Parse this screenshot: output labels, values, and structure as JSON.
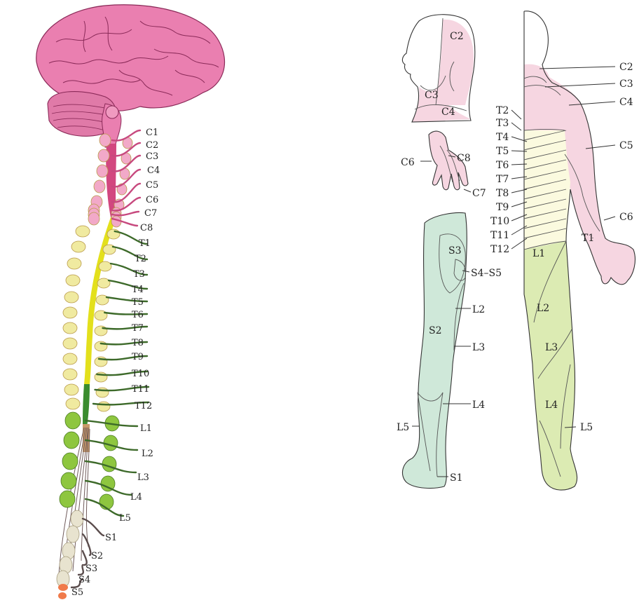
{
  "colors": {
    "cervical": "#f2a9c8",
    "cervical_dark": "#c7497e",
    "thoracic": "#f0eaa0",
    "thoracic_cord": "#e3e01c",
    "lumbar": "#8ec63f",
    "lumbar_dark": "#3d6a2a",
    "sacral": "#e8e3cf",
    "brain": "#ea7fb0",
    "skin_cervical": "#f6d6e1",
    "skin_thoracic": "#fbfadf",
    "skin_lumbar": "#dcebb3",
    "skin_sacral": "#cfe8d9",
    "coccyx": "#f07a4a"
  },
  "spine_labels": {
    "C1": "C1",
    "C2": "C2",
    "C3": "C3",
    "C4": "C4",
    "C5": "C5",
    "C6": "C6",
    "C7": "C7",
    "C8": "C8",
    "T1": "T1",
    "T2": "T2",
    "T3": "T3",
    "T4": "T4",
    "T5": "T5",
    "T6": "T6",
    "T7": "T7",
    "T8": "T8",
    "T9": "T9",
    "T10": "T10",
    "T11": "T11",
    "T12": "T12",
    "L1": "L1",
    "L2": "L2",
    "L3": "L3",
    "L4": "L4",
    "L5": "L5",
    "S1": "S1",
    "S2": "S2",
    "S3": "S3",
    "S4": "S4",
    "S5": "S5"
  },
  "head_labels": {
    "C2": "C2",
    "C3": "C3",
    "C4": "C4"
  },
  "hand_labels": {
    "C6": "C6",
    "C7": "C7",
    "C8": "C8"
  },
  "leg_labels": {
    "S3": "S3",
    "S4_S5": "S4–S5",
    "L2": "L2",
    "S2": "S2",
    "L3": "L3",
    "L4": "L4",
    "L5": "L5",
    "S1": "S1"
  },
  "body_labels": {
    "C2": "C2",
    "C3": "C3",
    "C4": "C4",
    "C5": "C5",
    "C6": "C6",
    "T1": "T1",
    "T2": "T2",
    "T3": "T3",
    "T4": "T4",
    "T5": "T5",
    "T6": "T6",
    "T7": "T7",
    "T8": "T8",
    "T9": "T9",
    "T10": "T10",
    "T11": "T11",
    "T12": "T12",
    "L1": "L1",
    "L2": "L2",
    "L3": "L3",
    "L4": "L4",
    "L5": "L5"
  }
}
